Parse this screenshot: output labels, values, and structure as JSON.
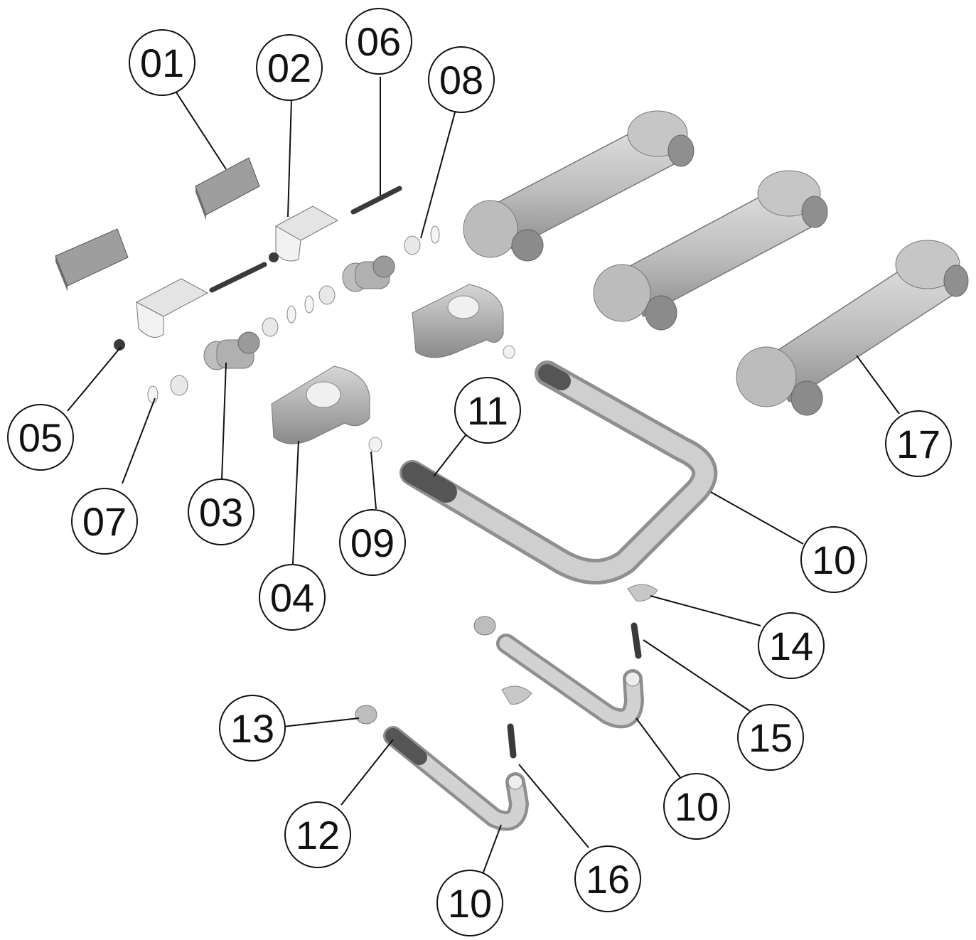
{
  "colors": {
    "background": "#ffffff",
    "line": "#111111",
    "part_light": "#c9c9c9",
    "part_mid": "#a8a8a8",
    "part_dark": "#6f6f6f",
    "part_white": "#ececec",
    "part_black": "#3a3a3a"
  },
  "callouts": [
    {
      "id": "c01",
      "label": "01"
    },
    {
      "id": "c02",
      "label": "02"
    },
    {
      "id": "c06",
      "label": "06"
    },
    {
      "id": "c08",
      "label": "08"
    },
    {
      "id": "c05",
      "label": "05"
    },
    {
      "id": "c07",
      "label": "07"
    },
    {
      "id": "c03",
      "label": "03"
    },
    {
      "id": "c04",
      "label": "04"
    },
    {
      "id": "c09",
      "label": "09"
    },
    {
      "id": "c11",
      "label": "11"
    },
    {
      "id": "c10a",
      "label": "10"
    },
    {
      "id": "c17",
      "label": "17"
    },
    {
      "id": "c14",
      "label": "14"
    },
    {
      "id": "c15",
      "label": "15"
    },
    {
      "id": "c10b",
      "label": "10"
    },
    {
      "id": "c13",
      "label": "13"
    },
    {
      "id": "c12",
      "label": "12"
    },
    {
      "id": "c10c",
      "label": "10"
    },
    {
      "id": "c16",
      "label": "16"
    }
  ]
}
